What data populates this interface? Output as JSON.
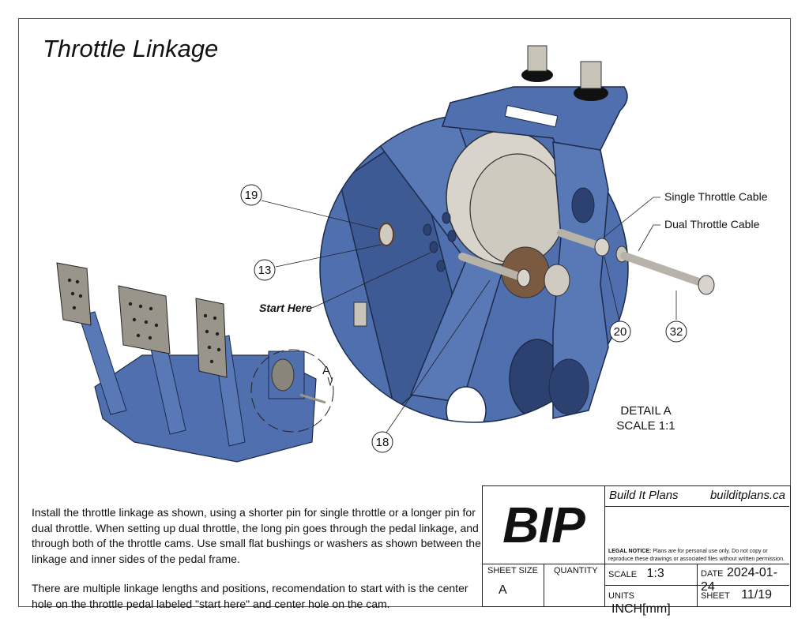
{
  "page": {
    "title": "Throttle Linkage"
  },
  "callouts": {
    "balloons": [
      "19",
      "13",
      "18",
      "20",
      "32"
    ],
    "start_here": "Start Here",
    "single_throttle_cable": "Single Throttle Cable",
    "dual_throttle_cable": "Dual Throttle Cable",
    "detail_marker": "A"
  },
  "detail": {
    "line1": "DETAIL A",
    "line2": "SCALE 1:1"
  },
  "description": {
    "paragraph1": "Install the throttle linkage as shown, using a shorter pin for single throttle or a longer pin for dual throttle. When setting up dual throttle, the long pin goes through the pedal linkage, and through both of the throttle cams. Use small flat bushings or washers as shown between the linkage and inner sides of the pedal frame.",
    "paragraph2": "There are multiple linkage lengths and positions, recomendation to start with is the center hole on the throttle pedal labeled \"start here\" and center hole on the cam."
  },
  "title_block": {
    "logo": "BIP",
    "company": "Build It Plans",
    "website": "builditplans.ca",
    "legal_label": "LEGAL NOTICE:",
    "legal_text": "Plans are for personal use only. Do not copy or reproduce these drawings or associated files without written permission.",
    "sheet_size_label": "SHEET SIZE",
    "sheet_size": "A",
    "quantity_label": "QUANTITY",
    "quantity": "",
    "scale_label": "SCALE",
    "scale": "1:3",
    "date_label": "DATE",
    "date": "2024-01-24",
    "units_label": "UNITS",
    "units": "INCH[mm]",
    "sheet_label": "SHEET",
    "sheet": "11/19"
  },
  "colors": {
    "frame_blue": "#4f6fae",
    "frame_blue_dark": "#2f4a80",
    "metal": "#c9c4b8"
  }
}
